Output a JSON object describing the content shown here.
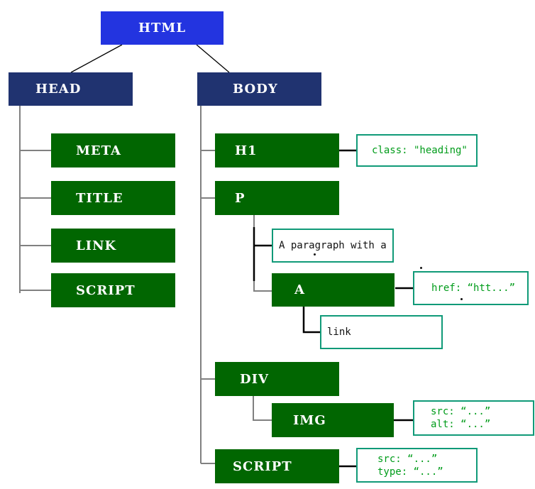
{
  "diagram": {
    "description": "HTML DOM tree diagram",
    "nodes": {
      "html": {
        "label": "HTML",
        "type": "root"
      },
      "head": {
        "label": "HEAD",
        "type": "section"
      },
      "body": {
        "label": "BODY",
        "type": "section"
      },
      "meta": {
        "label": "META",
        "type": "element"
      },
      "title": {
        "label": "TITLE",
        "type": "element"
      },
      "link": {
        "label": "LINK",
        "type": "element"
      },
      "script_head": {
        "label": "SCRIPT",
        "type": "element"
      },
      "h1": {
        "label": "H1",
        "type": "element"
      },
      "p": {
        "label": "P",
        "type": "element"
      },
      "a": {
        "label": "A",
        "type": "element"
      },
      "div": {
        "label": "DIV",
        "type": "element"
      },
      "img": {
        "label": "IMG",
        "type": "element"
      },
      "script_body": {
        "label": "SCRIPT",
        "type": "element"
      }
    },
    "text_nodes": {
      "p_text": "A paragraph with a",
      "a_text": "link"
    },
    "annotations": {
      "h1_attr_class": "class: \"heading\"",
      "a_attr_href": "href: “htt...”",
      "img_attr_src": "src: “...”",
      "img_attr_alt": "alt: “...”",
      "script_attr_src": "src: “...”",
      "script_attr_type": "type: “...”"
    },
    "colors": {
      "root_fill": "#2334e0",
      "section_fill": "#203370",
      "element_fill": "#016601",
      "annotation_border": "#109a78",
      "annotation_text_green": "#009c1a",
      "connector_gray": "#808080",
      "connector_black": "#000000"
    }
  }
}
